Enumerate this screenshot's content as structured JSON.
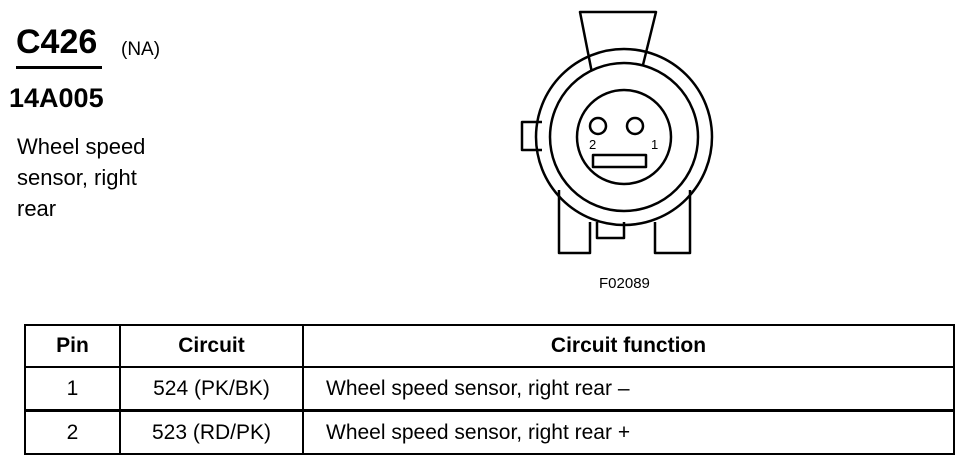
{
  "connector": {
    "id": "C426",
    "qualifier": "(NA)",
    "component_id": "14A005",
    "description": "Wheel speed\nsensor, right\nrear"
  },
  "diagram": {
    "figure_id": "F02089",
    "pin_labels": {
      "pin_2": "2",
      "pin_1": "1"
    }
  },
  "table": {
    "headers": {
      "pin": "Pin",
      "circuit": "Circuit",
      "function": "Circuit function"
    },
    "rows": [
      {
        "pin": "1",
        "circuit": "524 (PK/BK)",
        "function": "Wheel speed sensor, right rear –"
      },
      {
        "pin": "2",
        "circuit": "523 (RD/PK)",
        "function": "Wheel speed sensor, right rear +"
      }
    ]
  }
}
